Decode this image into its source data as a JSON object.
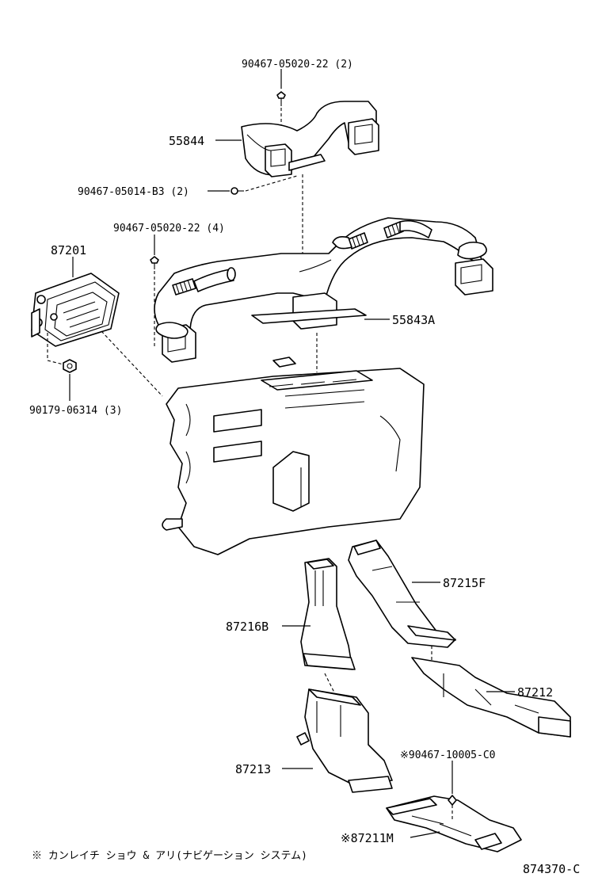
{
  "labels": {
    "screw_top": "90467-05020-22 (2)",
    "duct_55844": "55844",
    "screw_b3": "90467-05014-B3 (2)",
    "screw_mid": "90467-05020-22 (4)",
    "vent_87201": "87201",
    "duct_55843a": "55843A",
    "nut_90179": "90179-06314 (3)",
    "duct_87215f": "87215F",
    "duct_87216b": "87216B",
    "duct_87212": "87212",
    "screw_c0": "※90467-10005-C0",
    "duct_87213": "87213",
    "duct_87211m": "※87211M",
    "footnote": "※ カンレイチ ショウ & アリ(ナビゲーション システム)",
    "diagram_id": "874370-C"
  }
}
